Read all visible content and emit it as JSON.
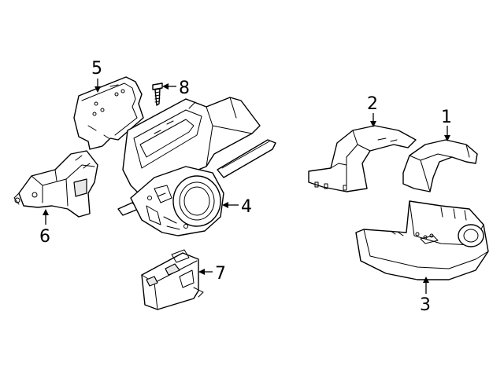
{
  "diagram": {
    "callouts": [
      {
        "id": "part-1",
        "number": "1"
      },
      {
        "id": "part-2",
        "number": "2"
      },
      {
        "id": "part-3",
        "number": "3"
      },
      {
        "id": "part-4",
        "number": "4"
      },
      {
        "id": "part-5",
        "number": "5"
      },
      {
        "id": "part-6",
        "number": "6"
      },
      {
        "id": "part-7",
        "number": "7"
      },
      {
        "id": "part-8",
        "number": "8"
      }
    ],
    "colors": {
      "line": "#000000",
      "background": "#ffffff"
    }
  }
}
